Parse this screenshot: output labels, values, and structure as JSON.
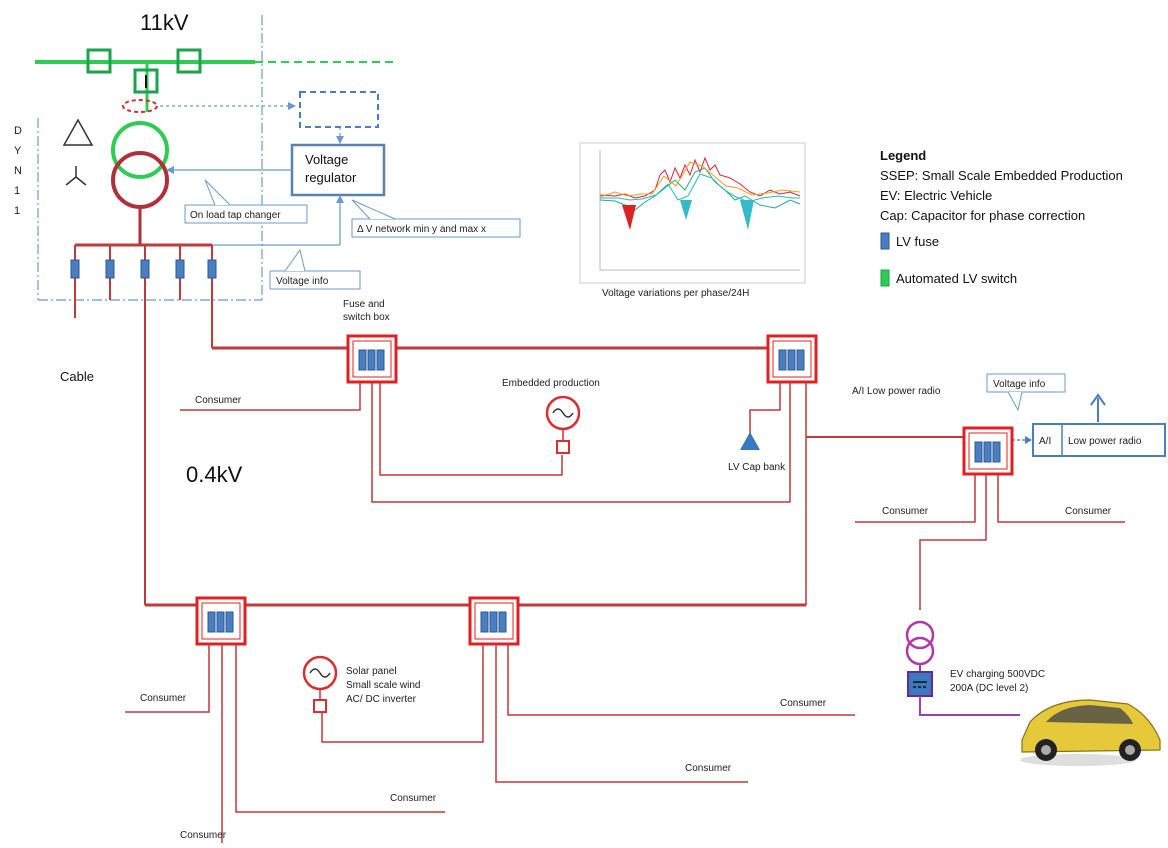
{
  "hv_label": "11kV",
  "lv_label": "0.4kV",
  "transformer_winding_letters": [
    "D",
    "Y",
    "N",
    "1",
    "1"
  ],
  "labels": {
    "voltage_regulator_line1": "Voltage",
    "voltage_regulator_line2": "regulator",
    "on_load_tap_changer": "On load tap changer",
    "delta_v_network": "Δ V network min y and max x",
    "voltage_info_substation": "Voltage info",
    "cable": "Cable",
    "fuse_switch_box_line1": "Fuse and",
    "fuse_switch_box_line2": "switch box",
    "embedded_production": "Embedded production",
    "lv_cap_bank": "LV Cap bank",
    "ai_low_power_radio_top": "A/I   Low power radio",
    "voltage_info_radio": "Voltage info",
    "radio_ai": "A/I",
    "radio_label": "Low power radio",
    "solar_line1": "Solar panel",
    "solar_line2": "Small scale wind",
    "solar_line3": "AC/ DC inverter",
    "ev_charging_line1": "EV charging 500VDC",
    "ev_charging_line2": "200A (DC level 2)",
    "chart_caption": "Voltage variations per phase/24H"
  },
  "consumers": [
    "Consumer",
    "Consumer",
    "Consumer",
    "Consumer",
    "Consumer",
    "Consumer",
    "Consumer",
    "Consumer"
  ],
  "legend": {
    "title": "Legend",
    "items": [
      "SSEP: Small Scale Embedded Production",
      "EV: Electric Vehicle",
      "Cap: Capacitor for phase correction"
    ],
    "lv_fuse": "LV fuse",
    "lv_switch": "Automated LV switch"
  },
  "colors": {
    "hv_line": "#2ecc55",
    "lv_line": "#c0393b",
    "fuse": "#4a7ec0",
    "box": "#e02020",
    "regulator": "#5a82b0",
    "ev_line": "#9b3fb5"
  },
  "icons": [
    "delta-symbol",
    "wye-symbol",
    "transformer-icon",
    "generator-icon",
    "capacitor-icon",
    "ev-car-icon"
  ]
}
